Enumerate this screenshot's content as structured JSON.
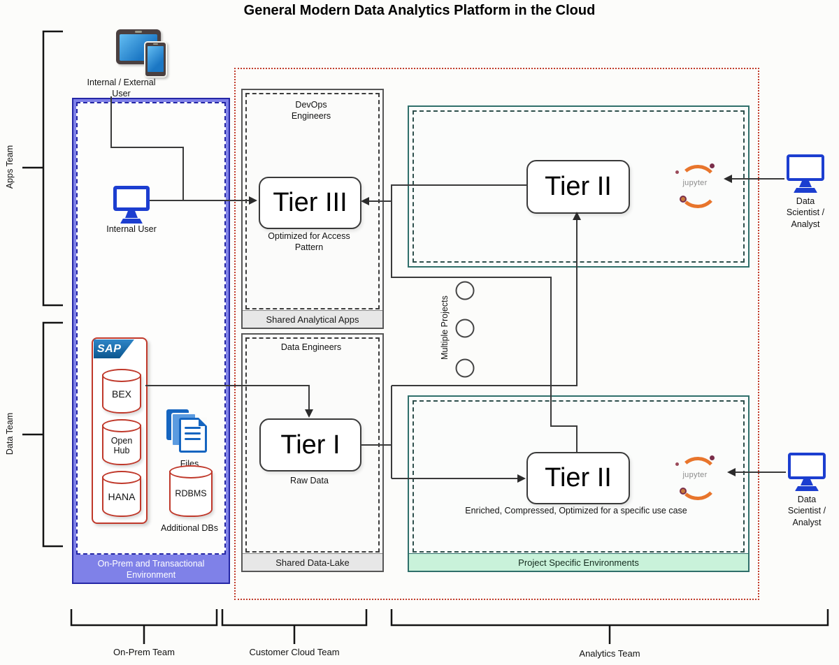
{
  "title": "General Modern Data Analytics Platform in the Cloud",
  "teams": {
    "apps": "Apps Team",
    "data": "Data Team",
    "on_prem": "On-Prem Team",
    "customer_cloud": "Customer Cloud Team",
    "analytics": "Analytics Team"
  },
  "users": {
    "internet_external": "Internal / External User",
    "internal": "Internal User",
    "data_scientist": "Data Scientist / Analyst"
  },
  "on_prem": {
    "env_label": "On-Prem and Transactional Environment",
    "sap_logo": "SAP",
    "sap_systems": [
      "BEX",
      "Open Hub",
      "HANA"
    ],
    "files_label": "Files",
    "rdbms_label": "RDBMS",
    "additional_dbs": "Additional DBs"
  },
  "shared_analytical_apps": {
    "role": "DevOps Engineers",
    "tier": "Tier III",
    "caption": "Optimized for Access Pattern",
    "label": "Shared Analytical Apps"
  },
  "shared_data_lake": {
    "role": "Data Engineers",
    "tier": "Tier I",
    "caption": "Raw Data",
    "label": "Shared Data-Lake"
  },
  "projects": {
    "multiple_label": "Multiple Projects",
    "top": {
      "tier": "Tier II",
      "jupyter": "jupyter"
    },
    "bottom": {
      "tier": "Tier II",
      "caption": "Enriched, Compressed, Optimized for a specific use case",
      "jupyter": "jupyter",
      "label": "Project Specific Environments"
    }
  },
  "icons": [
    "tablet-phone-icon",
    "monitor-icon",
    "database-cylinder-icon",
    "files-icon",
    "jupyter-logo"
  ],
  "colors": {
    "on_prem_blue": "#2527a6",
    "on_prem_fill": "#7f81e8",
    "cloud_red": "#c13b2a",
    "project_teal": "#2f6f6a",
    "project_mint": "#c9f2da",
    "sap_red": "#c0392b",
    "sap_blue": "#0b568f",
    "monitor_blue": "#1c3ed0",
    "files_blue": "#1565c0",
    "jupyter_orange": "#e8752c",
    "connector_gray": "#3a3a3a"
  }
}
